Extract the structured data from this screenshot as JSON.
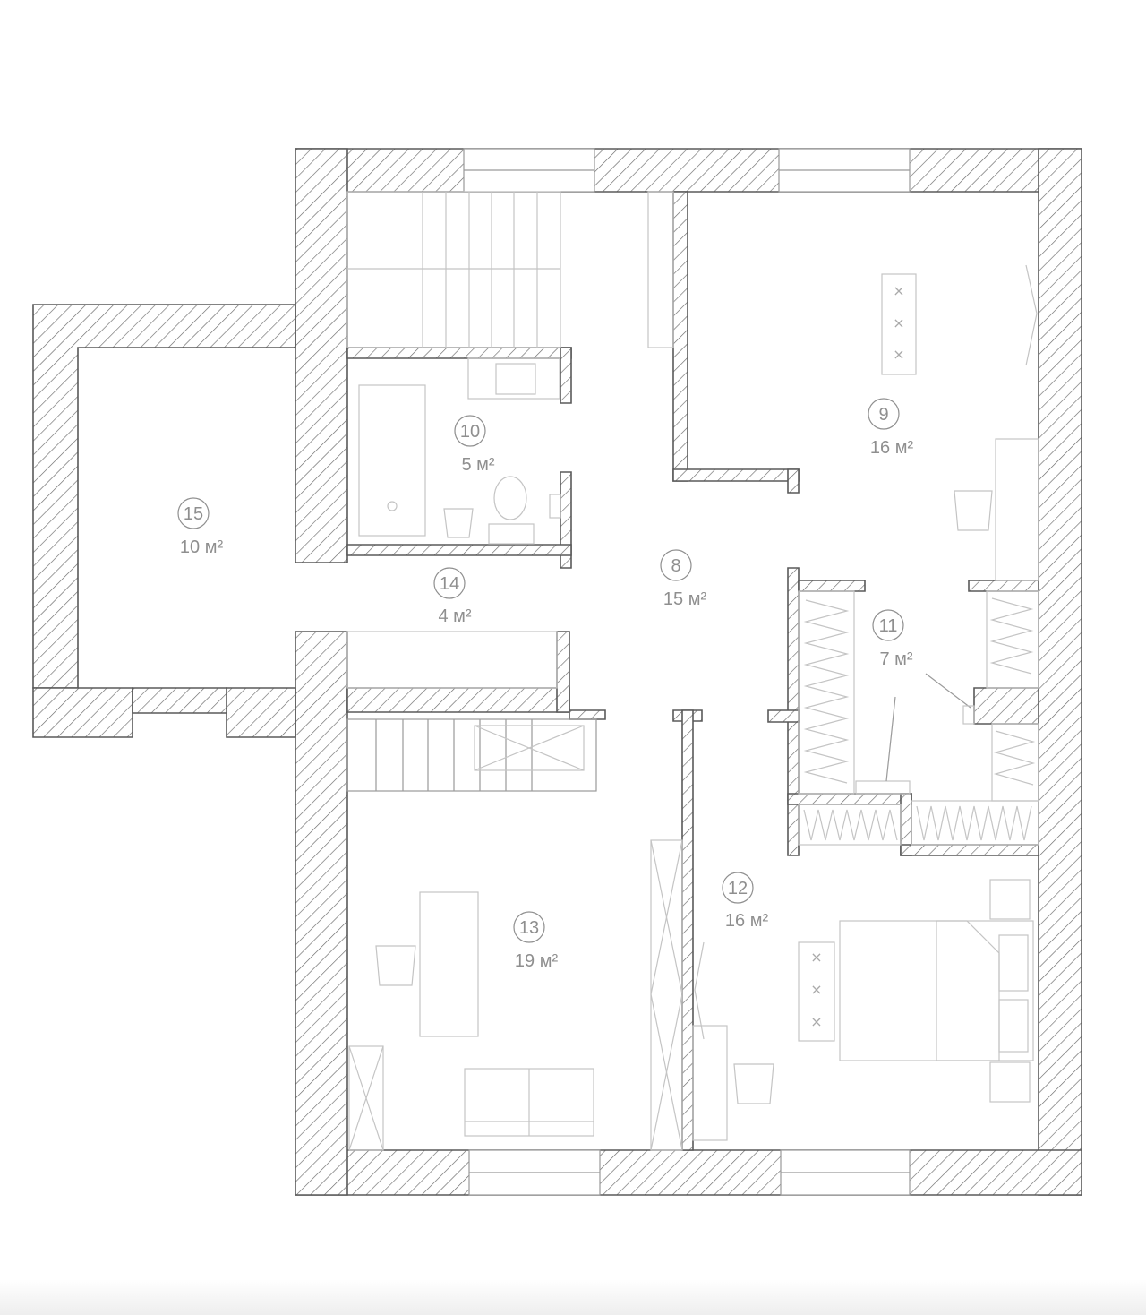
{
  "rooms": [
    {
      "id": "room-8",
      "number": "8",
      "area": "15 м²"
    },
    {
      "id": "room-9",
      "number": "9",
      "area": "16 м²"
    },
    {
      "id": "room-10",
      "number": "10",
      "area": "5 м²"
    },
    {
      "id": "room-11",
      "number": "11",
      "area": "7 м²"
    },
    {
      "id": "room-12",
      "number": "12",
      "area": "16 м²"
    },
    {
      "id": "room-13",
      "number": "13",
      "area": "19 м²"
    },
    {
      "id": "room-14",
      "number": "14",
      "area": "4 м²"
    },
    {
      "id": "room-15",
      "number": "15",
      "area": "10 м²"
    }
  ],
  "colors": {
    "wall_stroke": "#5a5a5a",
    "hatch": "#6a6a6a",
    "furniture": "#c4c4c4",
    "label": "#8f8f8f"
  }
}
